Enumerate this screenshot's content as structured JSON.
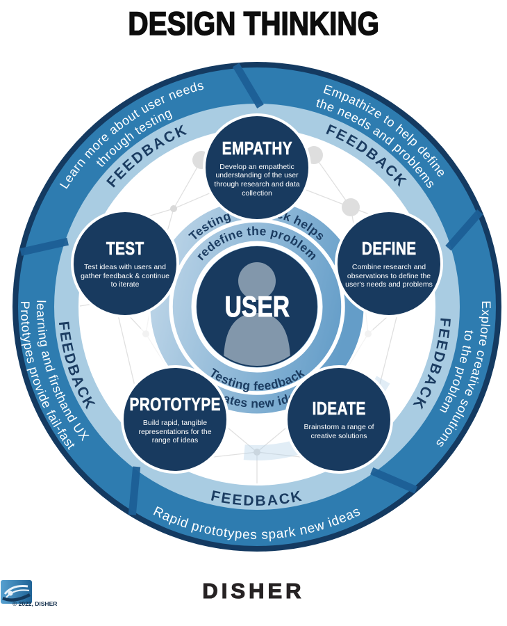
{
  "title": "DESIGN THINKING",
  "center": {
    "label": "USER",
    "inner_loop": {
      "top_line1": "Testing feedback helps",
      "top_line2": "redefine the problem",
      "bottom_line1": "Testing feedback",
      "bottom_line2": "creates new ideas"
    }
  },
  "phases": [
    {
      "name": "EMPATHY",
      "description": "Develop an empathetic understanding of the user through research and data collection"
    },
    {
      "name": "DEFINE",
      "description": "Combine research and observations to define the user's needs and problems"
    },
    {
      "name": "IDEATE",
      "description": "Brainstorm a range of creative solutions"
    },
    {
      "name": "PROTOTYPE",
      "description": "Build rapid, tangible representations for the range of ideas"
    },
    {
      "name": "TEST",
      "description": "Test ideas with users and gather feedback & continue to iterate"
    }
  ],
  "feedback_ring": {
    "label": "FEEDBACK",
    "segments": [
      {
        "position": "top-left",
        "line1": "Learn more about user needs",
        "line2": "through testing"
      },
      {
        "position": "top-right",
        "line1": "Empathize to help define",
        "line2": "the needs and problems"
      },
      {
        "position": "right",
        "line1": "Explore creative solutions",
        "line2": "to the problem"
      },
      {
        "position": "bottom",
        "line1": "Rapid prototypes spark new ideas",
        "line2": ""
      },
      {
        "position": "left",
        "line1": "Prototypes provide fail-fast",
        "line2": "learning and firsthand UX"
      }
    ]
  },
  "footer": {
    "brand": "DISHER",
    "copyright": "© 2022, DISHER"
  },
  "icons": {
    "center": "user-silhouette-icon",
    "logo": "disher-wave-icon"
  },
  "colors": {
    "outer_edge_navy": "#143a61",
    "ring_blue": "#2e7cb0",
    "feedback_band_blue": "#a9cce2",
    "divider_blue": "#1d5f96",
    "phase_circle_navy": "#183a5f",
    "curved_text_navy": "#1b3c61",
    "silhouette_gray_blue": "#8297ab",
    "title_black": "#0d0d0d",
    "logo_blue": "#2e7cb5",
    "mesh_gray": "#e0e0e0"
  }
}
